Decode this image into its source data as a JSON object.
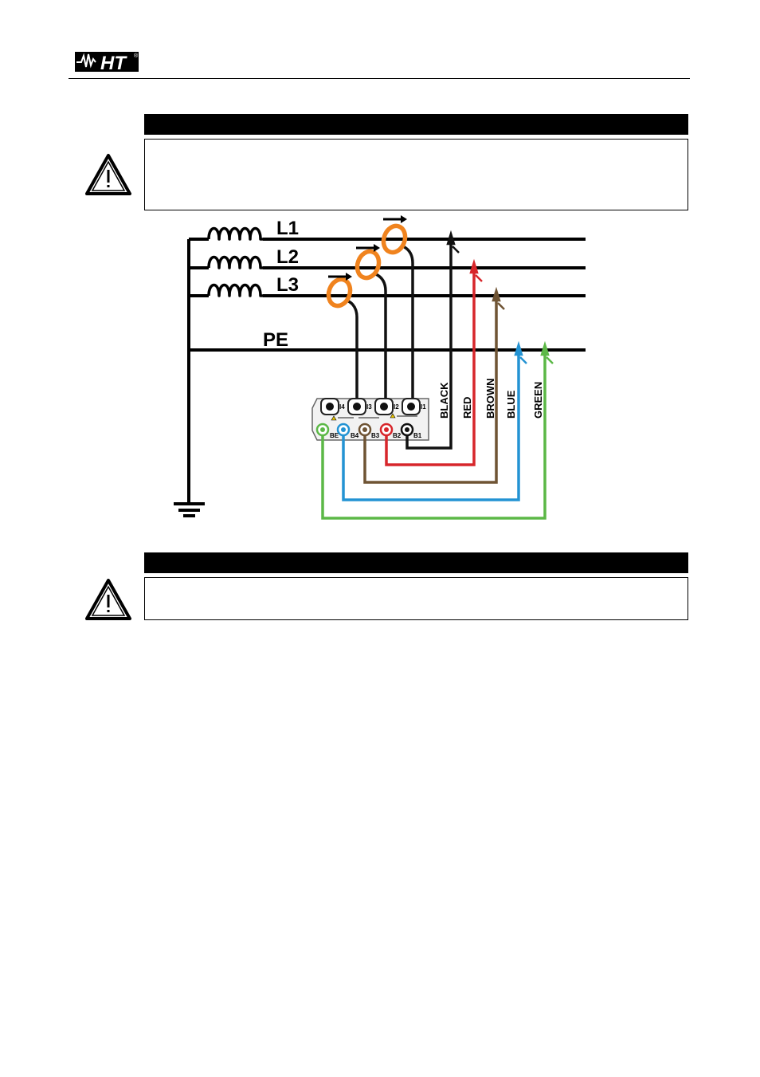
{
  "header": {
    "logo_text": "HT",
    "logo_mark": "®"
  },
  "sections": [
    {
      "bar_text": "",
      "box_text": ""
    },
    {
      "bar_text": "",
      "box_text": ""
    }
  ],
  "icons": {
    "warning": "warning-triangle-icon"
  },
  "diagram": {
    "phase_labels": [
      "L1",
      "L2",
      "L3"
    ],
    "pe_label": "PE",
    "current_inputs": [
      "I4",
      "I3",
      "I2",
      "I1"
    ],
    "voltage_inputs": [
      "BE",
      "B4",
      "B3",
      "B2",
      "B1"
    ],
    "wire_labels": [
      "BLACK",
      "RED",
      "BROWN",
      "BLUE",
      "GREEN"
    ],
    "wire_colors": {
      "black": "#111111",
      "red": "#d7262b",
      "brown": "#6f5434",
      "blue": "#2393d3",
      "green": "#5cb847",
      "clamp": "#f0831e"
    }
  }
}
